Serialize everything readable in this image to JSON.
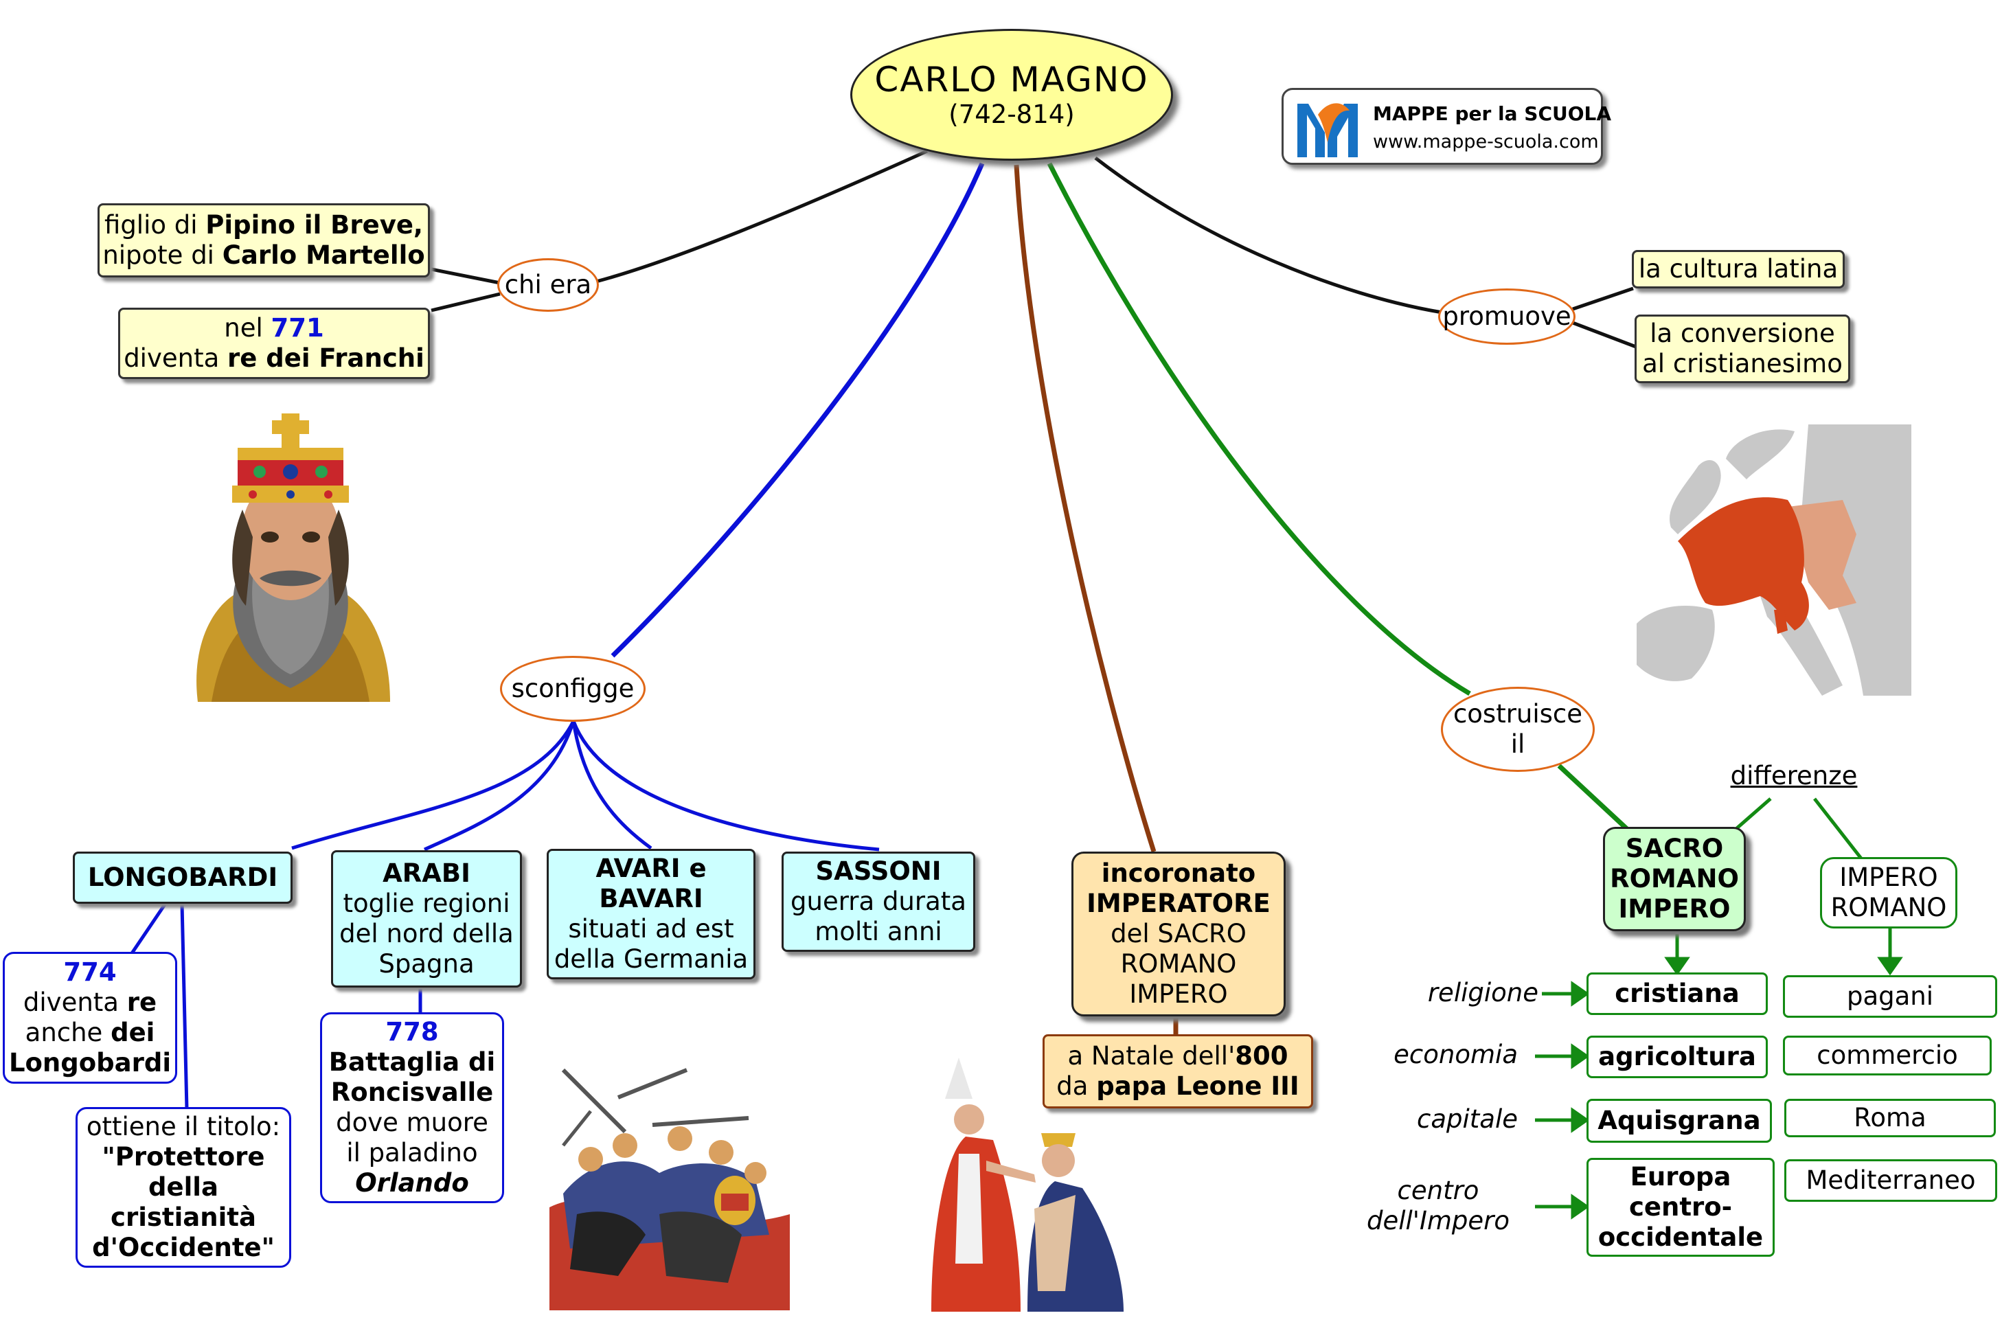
{
  "title": {
    "name": "CARLO MAGNO",
    "dates": "(742-814)"
  },
  "logo": {
    "title": "MAPPE per la SCUOLA",
    "url": "www.mappe-scuola.com"
  },
  "chi_era": {
    "link": "chi era",
    "box1": {
      "l1a": "figlio di ",
      "l1b": "Pipino il Breve,",
      "l2a": "nipote di ",
      "l2b": "Carlo Martello"
    },
    "box2": {
      "l1a": "nel ",
      "l1b": "771",
      "l2a": "diventa ",
      "l2b": "re dei Franchi"
    }
  },
  "promuove": {
    "link": "promuove",
    "item1": "la cultura latina",
    "item2": {
      "l1": "la conversione",
      "l2": "al cristianesimo"
    }
  },
  "sconfigge": {
    "link": "sconfigge",
    "longobardi": {
      "title": "LONGOBARDI",
      "sub1": {
        "year": "774",
        "l1a": "diventa ",
        "l1b": "re",
        "l2a": "anche ",
        "l2b": "dei",
        "l3": "Longobardi"
      },
      "sub2": {
        "l1": "ottiene il titolo:",
        "l2": "\"Protettore",
        "l3": "della",
        "l4": "cristianità",
        "l5": "d'Occidente\""
      }
    },
    "arabi": {
      "title": "ARABI",
      "l1": "toglie regioni",
      "l2": "del nord della",
      "l3": "Spagna",
      "sub": {
        "year": "778",
        "l1": "Battaglia di",
        "l2": "Roncisvalle",
        "l3": "dove muore",
        "l4": "il paladino",
        "l5": "Orlando"
      }
    },
    "avari": {
      "l1": "AVARI e",
      "l2": "BAVARI",
      "l3": "situati ad est",
      "l4": "della Germania"
    },
    "sassoni": {
      "title": "SASSONI",
      "l1": "guerra durata",
      "l2": "molti anni"
    }
  },
  "incoronato": {
    "l1": "incoronato",
    "l2": "IMPERATORE",
    "l3": "del SACRO",
    "l4": "ROMANO",
    "l5": "IMPERO",
    "sub": {
      "l1a": "a Natale dell'",
      "l1b": "800",
      "l2a": "da ",
      "l2b": "papa Leone III"
    }
  },
  "costruisce": {
    "link_l1": "costruisce",
    "link_l2": "il",
    "differenze": "differenze",
    "sacro": {
      "l1": "SACRO",
      "l2": "ROMANO",
      "l3": "IMPERO"
    },
    "romano": {
      "l1": "IMPERO",
      "l2": "ROMANO"
    },
    "rows": [
      {
        "label": "religione",
        "sacro": "cristiana",
        "romano": "pagani"
      },
      {
        "label": "economia",
        "sacro": "agricoltura",
        "romano": "commercio"
      },
      {
        "label": "capitale",
        "sacro": "Aquisgrana",
        "romano": "Roma"
      },
      {
        "label_l1": "centro",
        "label_l2": "dell'Impero",
        "sacro_l1": "Europa",
        "sacro_l2": "centro-",
        "sacro_l3": "occidentale",
        "romano": "Mediterraneo"
      }
    ]
  },
  "colors": {
    "blue": "#0a10d8",
    "brown": "#8b3a0e",
    "green": "#138a13",
    "orange": "#e06818",
    "title_fill": "#ffff99"
  }
}
